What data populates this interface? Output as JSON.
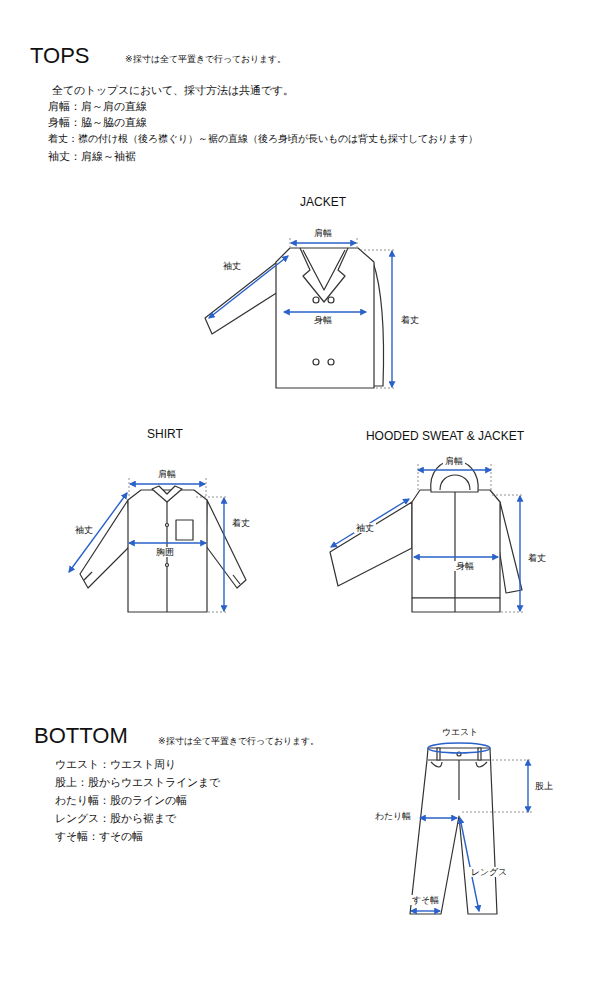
{
  "diagram": {
    "labels": [
      "TOPS",
      "※採寸は全て平置きで行っております。",
      "全てのトップスにおいて、採寸方法は共通です。",
      "肩幅：肩～肩の直線",
      "身幅：脇～脇の直線",
      "着丈：襟の付け根（後ろ襟ぐり）～裾の直線（後ろ身頃が長いものは背丈も採寸しております）",
      "袖丈：肩線～袖裾",
      "JACKET",
      "肩幅",
      "袖丈",
      "身幅",
      "着丈",
      "SHIRT",
      "肩幅",
      "袖丈",
      "胸囲",
      "着丈",
      "HOODED SWEAT & JACKET",
      "肩幅",
      "袖丈",
      "身幅",
      "着丈",
      "BOTTOM",
      "※採寸は全て平置きで行っております。",
      "ウエスト：ウエスト周り",
      "股上：股からウエストラインまで",
      "わたり幅：股のラインの幅",
      "レングス：股から裾まで",
      "すそ幅：すその幅",
      "ウエスト",
      "股上",
      "わたり幅",
      "レングス",
      "すそ幅"
    ]
  }
}
